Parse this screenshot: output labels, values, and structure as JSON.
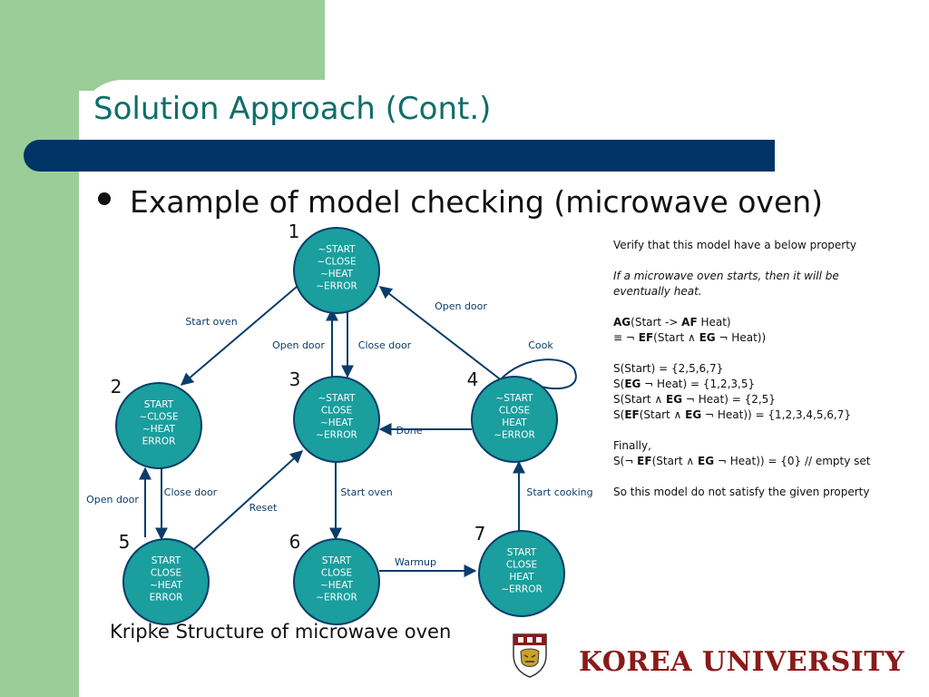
{
  "slide": {
    "title": "Solution Approach (Cont.)",
    "bullet": "Example of model checking (microwave oven)",
    "caption": "Kripke Structure of microwave oven",
    "university": "KOREA UNIVERSITY"
  },
  "colors": {
    "green": "#9bcd98",
    "navy": "#003366",
    "title": "#0e6e6a",
    "state_fill": "#1a9e9e",
    "university": "#8b1a1a"
  },
  "states": [
    {
      "number": "1",
      "lines": [
        "~START",
        "~CLOSE",
        "~HEAT",
        "~ERROR"
      ]
    },
    {
      "number": "2",
      "lines": [
        "START",
        "~CLOSE",
        "~HEAT",
        "ERROR"
      ]
    },
    {
      "number": "3",
      "lines": [
        "~START",
        "CLOSE",
        "~HEAT",
        "~ERROR"
      ]
    },
    {
      "number": "4",
      "lines": [
        "~START",
        "CLOSE",
        "HEAT",
        "~ERROR"
      ]
    },
    {
      "number": "5",
      "lines": [
        "START",
        "CLOSE",
        "~HEAT",
        "ERROR"
      ]
    },
    {
      "number": "6",
      "lines": [
        "START",
        "CLOSE",
        "~HEAT",
        "~ERROR"
      ]
    },
    {
      "number": "7",
      "lines": [
        "START",
        "CLOSE",
        "HEAT",
        "~ERROR"
      ]
    }
  ],
  "transitions": [
    {
      "from": "1",
      "to": "2",
      "label": "Start oven"
    },
    {
      "from": "3",
      "to": "1",
      "label": "Open door"
    },
    {
      "from": "1",
      "to": "3",
      "label": "Close door"
    },
    {
      "from": "4",
      "to": "1",
      "label": "Open door"
    },
    {
      "from": "4",
      "to": "4",
      "label": "Cook"
    },
    {
      "from": "4",
      "to": "3",
      "label": "Done"
    },
    {
      "from": "5",
      "to": "2",
      "label": "Open door"
    },
    {
      "from": "2",
      "to": "5",
      "label": "Close door"
    },
    {
      "from": "5",
      "to": "3",
      "label": "Reset"
    },
    {
      "from": "3",
      "to": "6",
      "label": "Start oven"
    },
    {
      "from": "7",
      "to": "4",
      "label": "Start cooking"
    },
    {
      "from": "6",
      "to": "7",
      "label": "Warmup"
    }
  ],
  "notes": {
    "verify": "Verify that this model have a below property",
    "property_italic": [
      "If a microwave oven starts, then it will be",
      "eventually heat."
    ],
    "formula": {
      "ag": "AG",
      "start": "(Start -> ",
      "af": "AF",
      "heat": " Heat)"
    },
    "equiv": {
      "prefix": "≡ ¬ ",
      "ef": "EF",
      "mid": "(Start ∧ ",
      "eg": "EG",
      "suffix": " ¬ Heat))"
    },
    "s_start": "S(Start) = {2,5,6,7}",
    "s_eg": {
      "prefix": "S(",
      "eg": "EG",
      "suffix": " ¬ Heat) = {1,2,3,5}"
    },
    "s_and": {
      "prefix": "S(Start ∧ ",
      "eg": "EG",
      "suffix": " ¬ Heat) = {2,5}"
    },
    "s_ef": {
      "prefix": "S(",
      "ef": "EF",
      "mid": "(Start ∧ ",
      "eg": "EG",
      "suffix": " ¬ Heat)) = {1,2,3,4,5,6,7}"
    },
    "finally": "Finally,",
    "s_not": {
      "prefix": "S(¬ ",
      "ef": "EF",
      "mid": "(Start ∧ ",
      "eg": "EG",
      "suffix": " ¬ Heat)) = {0} // empty set"
    },
    "conclusion": "So this model do not satisfy the given property"
  },
  "icons": {
    "crest": "korea-university-crest-icon"
  }
}
